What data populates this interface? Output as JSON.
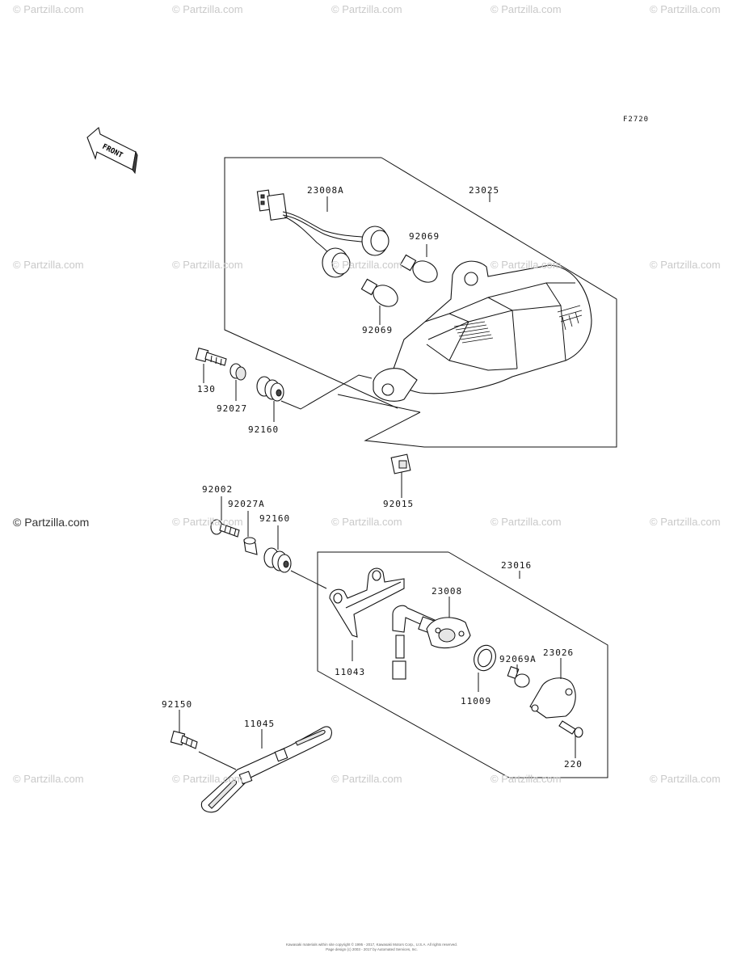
{
  "figure_code": "F2720",
  "front_label": "FRONT",
  "watermark_text": "© Partzilla.com",
  "footer_lines": [
    "Kawasaki materials within site copyright © 1995 - 2017, Kawasaki Motors Corp., U.S.A. All rights reserved.",
    "Page design (c) 2003 - 2017 by Automated Services, Inc."
  ],
  "parts": {
    "p23008A": "23008A",
    "p23025": "23025",
    "p92069_top": "92069",
    "p92069_bottom": "92069",
    "p130": "130",
    "p92027": "92027",
    "p92160_top": "92160",
    "p92015": "92015",
    "p92002": "92002",
    "p92027A": "92027A",
    "p92160_mid": "92160",
    "p23016": "23016",
    "p23008": "23008",
    "p92069A": "92069A",
    "p23026": "23026",
    "p11043": "11043",
    "p11009": "11009",
    "p220": "220",
    "p92150": "92150",
    "p11045": "11045"
  }
}
